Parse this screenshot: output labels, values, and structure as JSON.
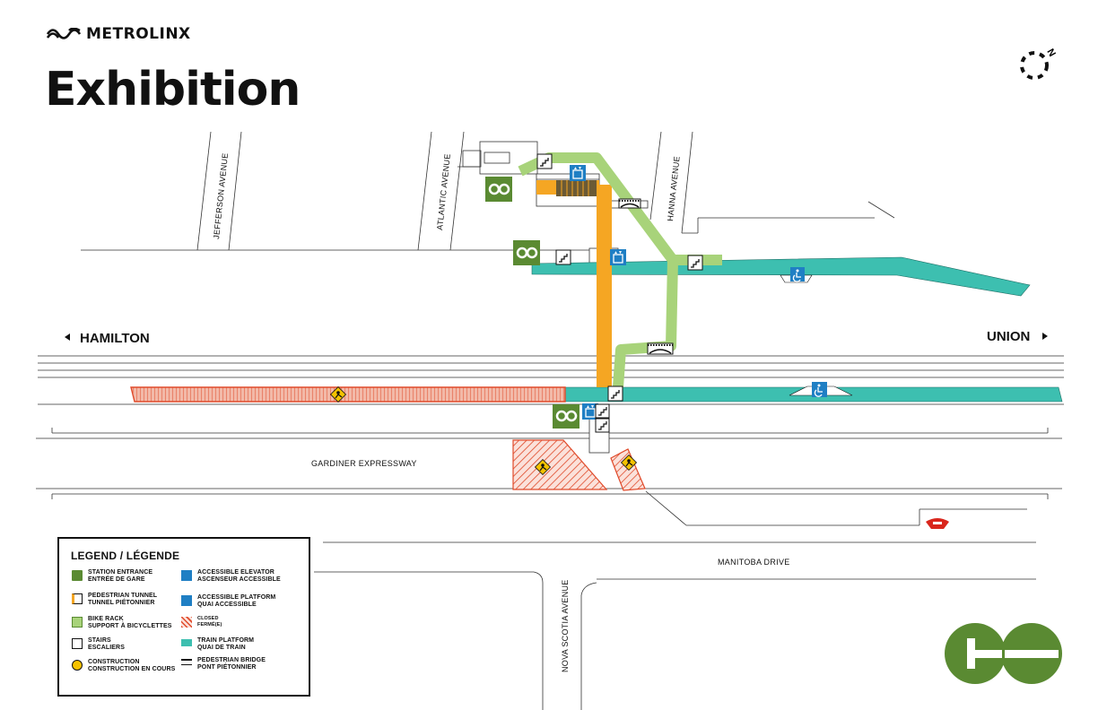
{
  "brand": {
    "name": "METROLINX",
    "logo_icon": "metrolinx-wave-icon"
  },
  "title": "Exhibition",
  "directions": {
    "west": "HAMILTON",
    "east": "UNION"
  },
  "streets": {
    "jefferson": "JEFFERSON AVENUE",
    "atlantic": "ATLANTIC AVENUE",
    "hanna": "HANNA AVENUE",
    "nova_scotia": "NOVA SCOTIA AVENUE",
    "gardiner": "GARDINER EXPRESSWAY",
    "manitoba": "MANITOBA DRIVE"
  },
  "legend": {
    "title": "LEGEND / LÉGENDE",
    "items": [
      {
        "icon": "station-entrance-icon",
        "line1": "STATION ENTRANCE",
        "line2": "ENTRÉE DE GARE"
      },
      {
        "icon": "pedestrian-tunnel-icon",
        "line1": "PEDESTRIAN TUNNEL",
        "line2": "TUNNEL PIÉTONNIER"
      },
      {
        "icon": "bike-rack-icon",
        "line1": "BIKE RACK",
        "line2": "SUPPORT À BICYCLETTES"
      },
      {
        "icon": "stairs-icon",
        "line1": "STAIRS",
        "line2": "ESCALIERS"
      },
      {
        "icon": "construction-icon",
        "line1": "CONSTRUCTION",
        "line2": "CONSTRUCTION EN COURS"
      },
      {
        "icon": "accessible-elevator-icon",
        "line1": "ACCESSIBLE ELEVATOR",
        "line2": "ASCENSEUR ACCESSIBLE"
      },
      {
        "icon": "accessible-platform-icon",
        "line1": "ACCESSIBLE PLATFORM",
        "line2": "QUAI ACCESSIBLE"
      },
      {
        "icon": "closed-icon",
        "line1": "CLOSED",
        "line2": "FERMÉ(E)"
      },
      {
        "icon": "train-platform-icon",
        "line1": "TRAIN PLATFORM",
        "line2": "QUAI DE TRAIN"
      },
      {
        "icon": "pedestrian-bridge-icon",
        "line1": "PEDESTRIAN BRIDGE",
        "line2": "PONT PIÉTONNIER"
      }
    ]
  },
  "colors": {
    "platform": "#3dbfb0",
    "tunnel": "#f5a623",
    "bridge_path": "#a8d37a",
    "go_green": "#5a8a32",
    "elevator_blue": "#1f7fc4",
    "closed_red": "#e04a2a",
    "construction_yellow": "#f5c200",
    "ttc_red": "#d9261c"
  },
  "go_logo": {
    "icon": "go-transit-logo"
  },
  "compass": {
    "icon": "north-compass-icon",
    "letter": "N"
  }
}
